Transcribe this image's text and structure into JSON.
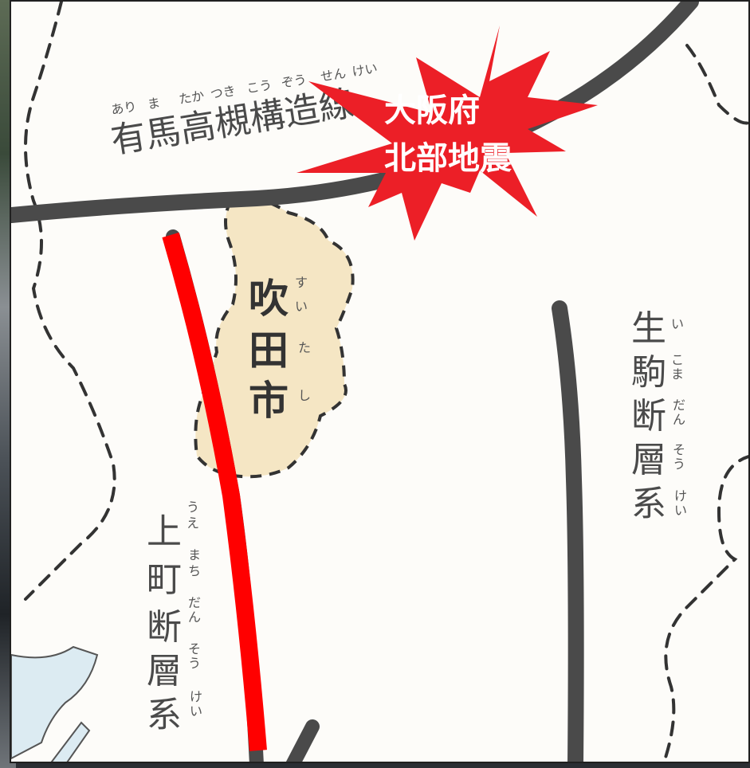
{
  "map": {
    "arima_label": "有馬高槻構造線",
    "arima_label_partial": "線",
    "arima_ruby": [
      "あり",
      "ま",
      "たか",
      "つき",
      "こう",
      "ぞう",
      "せん",
      "けい"
    ],
    "suita_label": [
      "吹",
      "田",
      "市"
    ],
    "suita_ruby": [
      "す",
      "い",
      "た",
      "し"
    ],
    "uemachi_label": [
      "上",
      "町",
      "断",
      "層",
      "系"
    ],
    "uemachi_ruby": [
      "う",
      "え",
      "ま",
      "ち",
      "だ",
      "ん",
      "そ",
      "う",
      "け",
      "い"
    ],
    "ikoma_label": [
      "生",
      "駒",
      "断",
      "層",
      "系"
    ],
    "ikoma_ruby": [
      "い",
      "こ",
      "ま",
      "だ",
      "ん",
      "そ",
      "う",
      "け",
      "い"
    ],
    "quake_line1": "大阪府",
    "quake_line2": "北部地震"
  },
  "colors": {
    "fault_line": "#4a4a4a",
    "highlight_fault": "#ff0000",
    "city_fill": "#f5e6c4",
    "starburst": "#ec1f27",
    "water": "#dcebf2"
  }
}
